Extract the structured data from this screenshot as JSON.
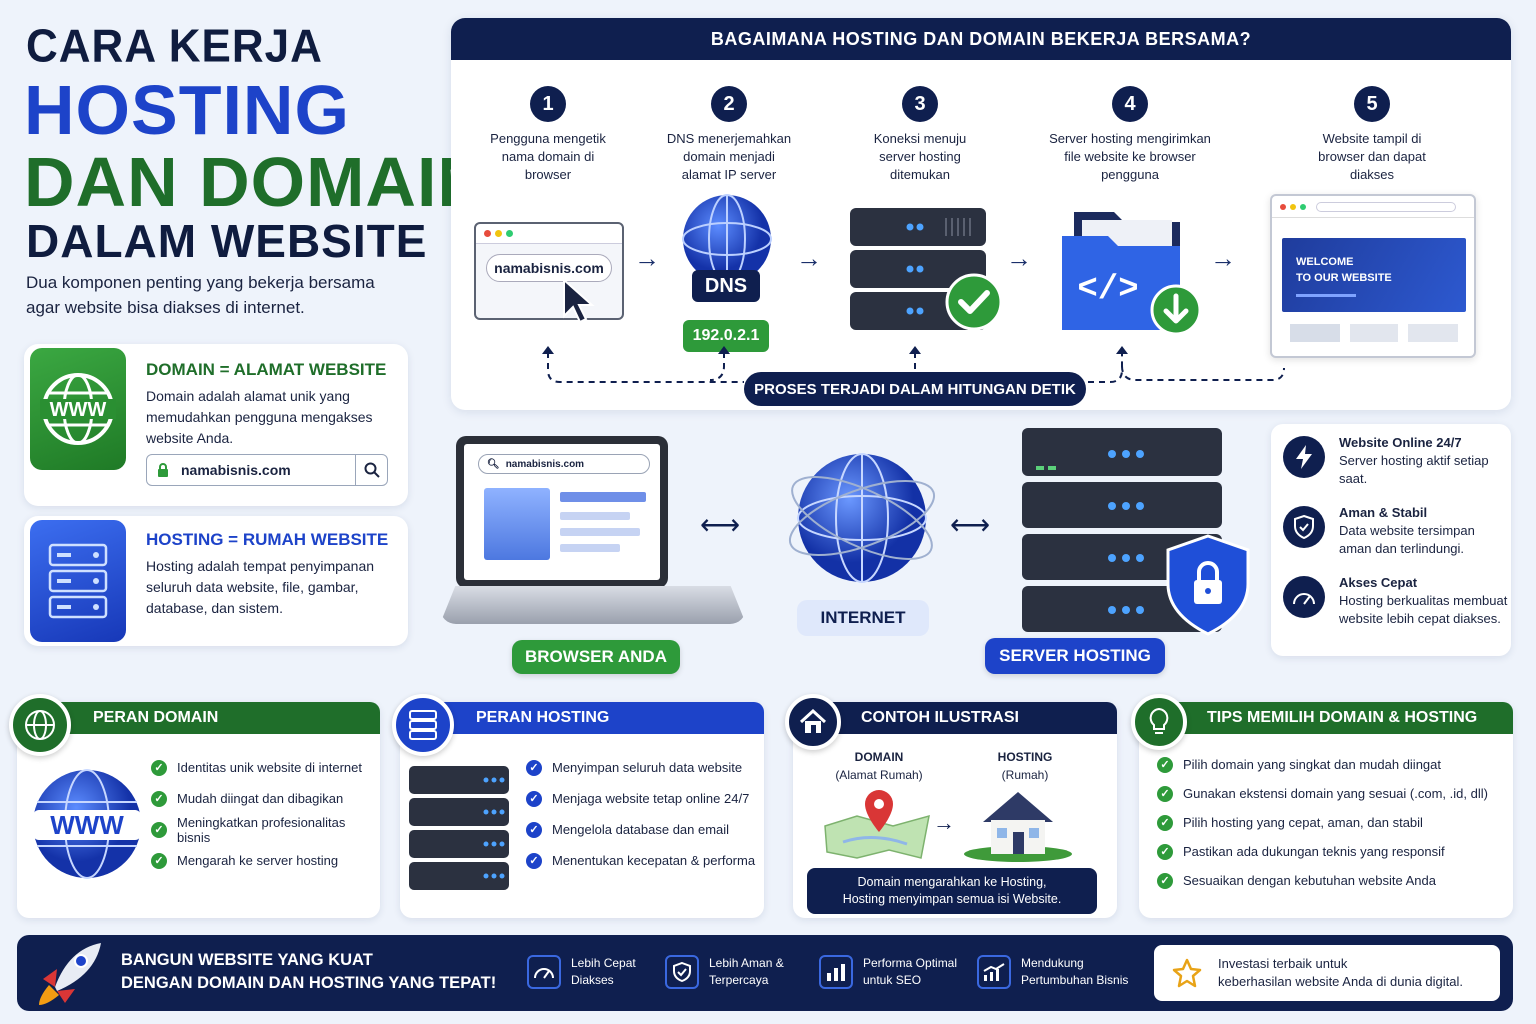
{
  "title": {
    "line1": "CARA KERJA",
    "line2": "HOSTING",
    "line3": "DAN DOMAIN",
    "line4": "DALAM WEBSITE",
    "subtitle": "Dua komponen penting yang bekerja bersama agar website bisa diakses di internet."
  },
  "domain_card": {
    "icon_text": "WWW",
    "heading": "DOMAIN = ALAMAT WEBSITE",
    "text": "Domain adalah alamat unik yang memudahkan pengguna mengakses website Anda.",
    "search_value": "namabisnis.com"
  },
  "hosting_card": {
    "heading": "HOSTING = RUMAH WEBSITE",
    "text": "Hosting adalah tempat penyimpanan seluruh data website, file, gambar, database, dan sistem."
  },
  "flow": {
    "header": "BAGAIMANA HOSTING DAN DOMAIN BEKERJA BERSAMA?",
    "steps": [
      {
        "num": "1",
        "text": "Pengguna mengetik nama domain di browser"
      },
      {
        "num": "2",
        "text": "DNS menerjemahkan domain menjadi alamat IP server"
      },
      {
        "num": "3",
        "text": "Koneksi menuju server hosting ditemukan"
      },
      {
        "num": "4",
        "text": "Server hosting mengirimkan file website ke browser pengguna"
      },
      {
        "num": "5",
        "text": "Website tampil di browser dan dapat diakses"
      }
    ],
    "browser_url": "namabisnis.com",
    "dns_label": "DNS",
    "ip_label": "192.0.2.1",
    "welcome_line1": "WELCOME",
    "welcome_line2": "TO OUR WEBSITE",
    "proses": "PROSES TERJADI DALAM HITUNGAN DETIK"
  },
  "mid": {
    "laptop_url": "namabisnis.com",
    "browser_label": "BROWSER ANDA",
    "internet_label": "INTERNET",
    "server_label": "SERVER HOSTING"
  },
  "features": [
    {
      "icon": "lightning-icon",
      "title": "Website Online 24/7",
      "text": "Server hosting aktif setiap saat."
    },
    {
      "icon": "shield-check-icon",
      "title": "Aman & Stabil",
      "text": "Data website tersimpan aman dan terlindungi."
    },
    {
      "icon": "speedometer-icon",
      "title": "Akses Cepat",
      "text": "Hosting berkualitas membuat website lebih cepat diakses."
    }
  ],
  "peran_domain": {
    "heading": "PERAN DOMAIN",
    "icon_text": "WWW",
    "items": [
      "Identitas unik website di internet",
      "Mudah diingat dan dibagikan",
      "Meningkatkan profesionalitas bisnis",
      "Mengarah ke server hosting"
    ]
  },
  "peran_hosting": {
    "heading": "PERAN HOSTING",
    "items": [
      "Menyimpan seluruh data website",
      "Menjaga website tetap online 24/7",
      "Mengelola database dan email",
      "Menentukan kecepatan & performa"
    ]
  },
  "contoh": {
    "heading": "CONTOH ILUSTRASI",
    "domain_label": "DOMAIN",
    "domain_sub": "(Alamat Rumah)",
    "hosting_label": "HOSTING",
    "hosting_sub": "(Rumah)",
    "caption_line1": "Domain mengarahkan ke Hosting,",
    "caption_line2": "Hosting menyimpan semua isi Website."
  },
  "tips": {
    "heading": "TIPS MEMILIH DOMAIN & HOSTING",
    "items": [
      "Pilih domain yang singkat dan mudah diingat",
      "Gunakan ekstensi domain yang sesuai (.com, .id, dll)",
      "Pilih hosting yang cepat, aman, dan stabil",
      "Pastikan ada dukungan teknis yang responsif",
      "Sesuaikan dengan kebutuhan website Anda"
    ]
  },
  "footer": {
    "headline1": "BANGUN WEBSITE YANG KUAT",
    "headline2": "DENGAN DOMAIN DAN HOSTING YANG TEPAT!",
    "items": [
      {
        "icon": "speedometer-icon",
        "line1": "Lebih Cepat",
        "line2": "Diakses"
      },
      {
        "icon": "shield-check-icon",
        "line1": "Lebih Aman &",
        "line2": "Terpercaya"
      },
      {
        "icon": "bar-chart-icon",
        "line1": "Performa Optimal",
        "line2": "untuk SEO"
      },
      {
        "icon": "growth-chart-icon",
        "line1": "Mendukung",
        "line2": "Pertumbuhan Bisnis"
      }
    ],
    "invest_line1": "Investasi terbaik untuk",
    "invest_line2": "keberhasilan website Anda di dunia digital."
  },
  "colors": {
    "navy": "#0f1f4f",
    "blue": "#1d43c9",
    "green": "#1f6e2a",
    "light_green": "#2e9a3a"
  }
}
